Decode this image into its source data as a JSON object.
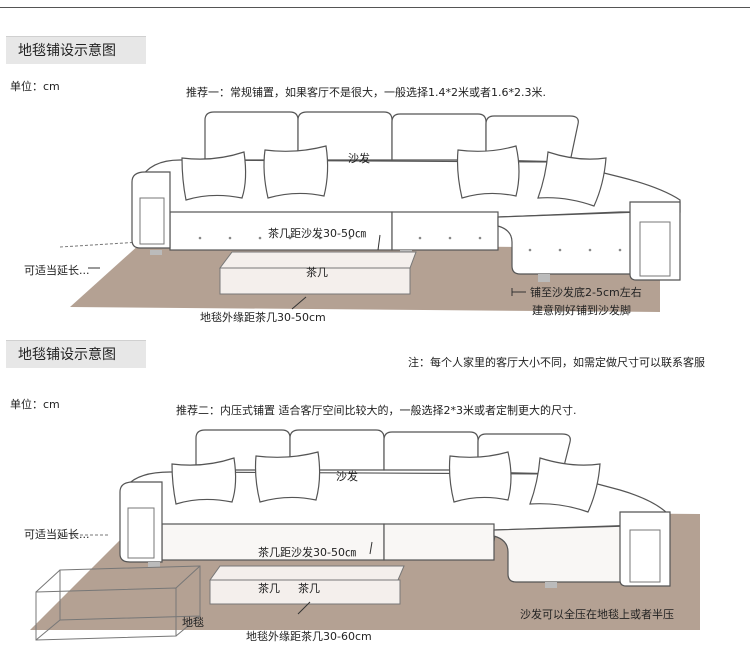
{
  "panel1": {
    "heading": "地毯铺设示意图",
    "unit": "单位：cm",
    "recommend": "推荐一：常规铺置，如果客厅不是很大，一般选择1.4*2米或者1.6*2.3米.",
    "labels": {
      "sofa": "沙发",
      "coffee_table_gap": "茶几距沙发30-50㎝",
      "extend": "可适当延长...",
      "coffee_table": "茶几",
      "rug_margin": "地毯外缘距茶几30-50cm",
      "under_sofa": "铺至沙发底2-5cm左右",
      "suggest": "建意刚好铺到沙发脚"
    }
  },
  "panel2": {
    "heading": "地毯铺设示意图",
    "note": "注：每个人家里的客厅大小不同，如需定做尺寸可以联系客服",
    "unit": "单位：cm",
    "recommend": "推荐二：内压式铺置  适合客厅空间比较大的，一般选择2*3米或者定制更大的尺寸.",
    "labels": {
      "sofa": "沙发",
      "coffee_table_gap": "茶几距沙发30-50㎝",
      "extend": "可适当延长...",
      "coffee_table_1": "茶几",
      "coffee_table_2": "茶几",
      "rug": "地毯",
      "rug_margin": "地毯外缘距茶几30-60cm",
      "full_press": "沙发可以全压在地毯上或者半压"
    }
  },
  "colors": {
    "rug": "#b4a193",
    "line": "#555555",
    "heading_bg": "#e7e7e7"
  }
}
